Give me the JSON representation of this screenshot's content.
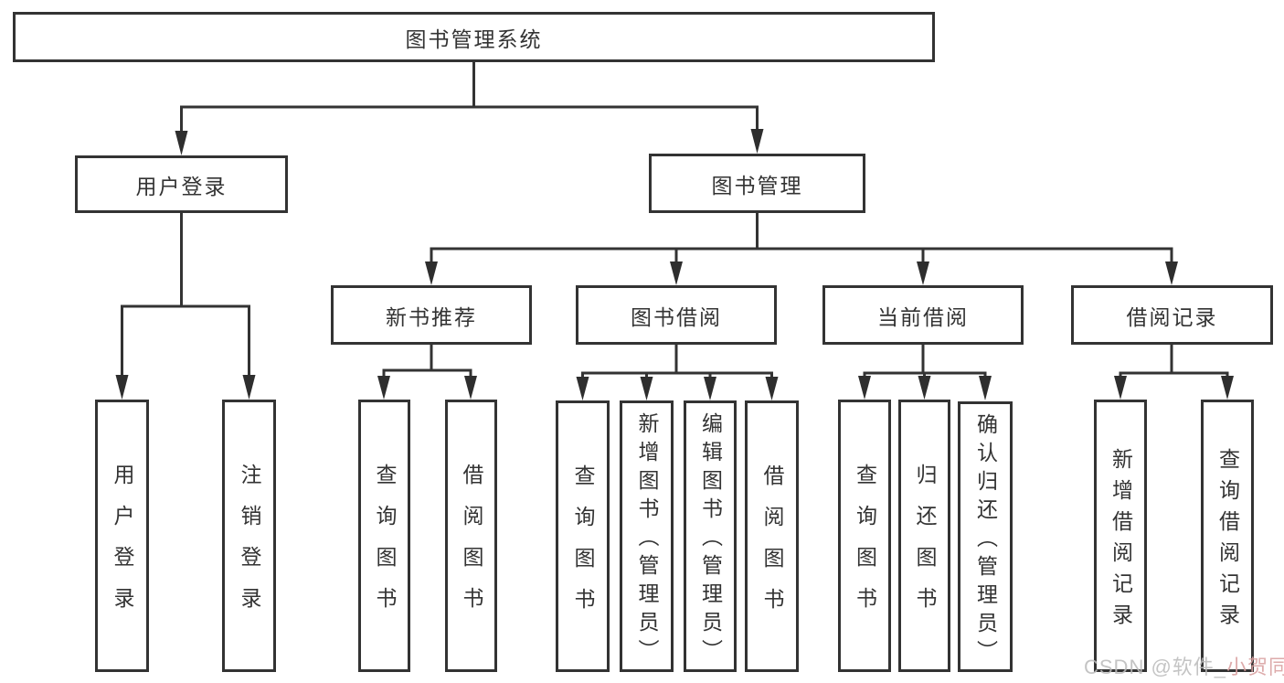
{
  "diagram_type": "hierarchy-tree",
  "colors": {
    "line": "#333333",
    "box_border": "#333333",
    "box_background": "#ffffff",
    "text": "#333333",
    "watermark_gray": "#bdbdbd",
    "watermark_pink": "#d9a0a0"
  },
  "tree": {
    "label": "图书管理系统",
    "children": [
      {
        "label": "用户登录",
        "children": [
          {
            "label": "用户登录"
          },
          {
            "label": "注销登录"
          }
        ]
      },
      {
        "label": "图书管理",
        "children": [
          {
            "label": "新书推荐",
            "children": [
              {
                "label": "查询图书"
              },
              {
                "label": "借阅图书"
              }
            ]
          },
          {
            "label": "图书借阅",
            "children": [
              {
                "label": "查询图书"
              },
              {
                "label": "新增图书（管理员）"
              },
              {
                "label": "编辑图书（管理员）"
              },
              {
                "label": "借阅图书"
              }
            ]
          },
          {
            "label": "当前借阅",
            "children": [
              {
                "label": "查询图书"
              },
              {
                "label": "归还图书"
              },
              {
                "label": "确认归还（管理员）"
              }
            ]
          },
          {
            "label": "借阅记录",
            "children": [
              {
                "label": "新增借阅记录"
              },
              {
                "label": "查询借阅记录"
              }
            ]
          }
        ]
      }
    ]
  },
  "watermark": {
    "prefix": "CSDN @软件_",
    "suffix": "小贺同学"
  }
}
